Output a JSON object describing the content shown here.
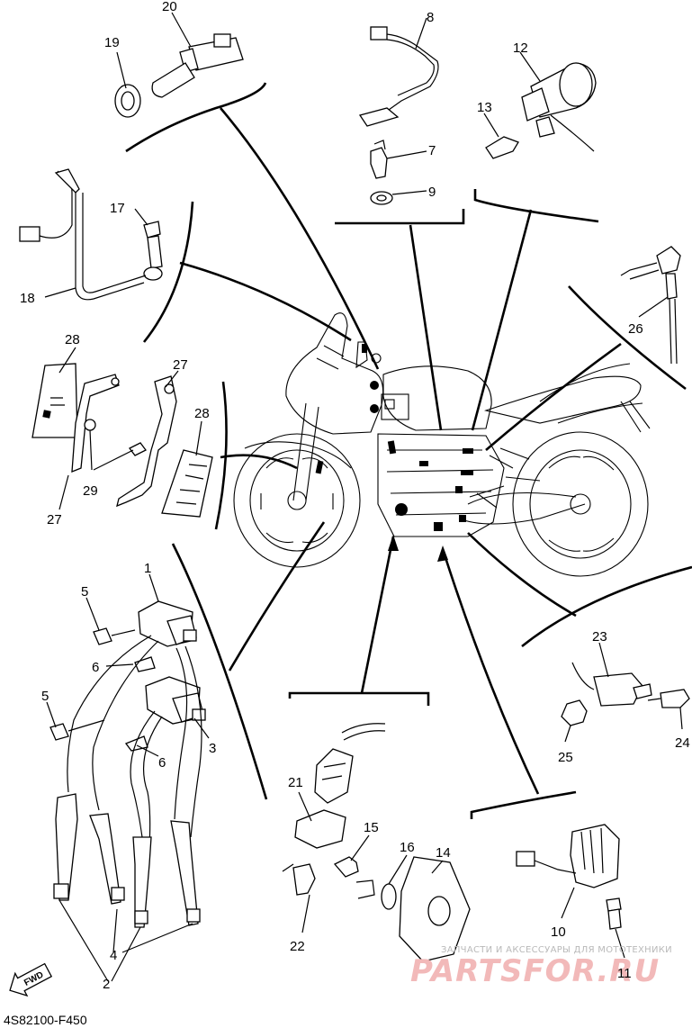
{
  "diagram": {
    "drawing_code": "4S82100-F450",
    "fwd_label": "FWD",
    "watermark_line1": "ЗАПЧАСТИ И АКСЕССУАРЫ ДЛЯ МОТОТЕХНИКИ",
    "watermark_line2": "PARTSFOR.RU",
    "callouts": [
      "1",
      "2",
      "3",
      "4",
      "5",
      "5",
      "6",
      "6",
      "7",
      "8",
      "9",
      "10",
      "11",
      "12",
      "13",
      "14",
      "15",
      "16",
      "17",
      "18",
      "19",
      "20",
      "21",
      "22",
      "23",
      "24",
      "25",
      "26",
      "27",
      "27",
      "28",
      "28",
      "29"
    ]
  }
}
